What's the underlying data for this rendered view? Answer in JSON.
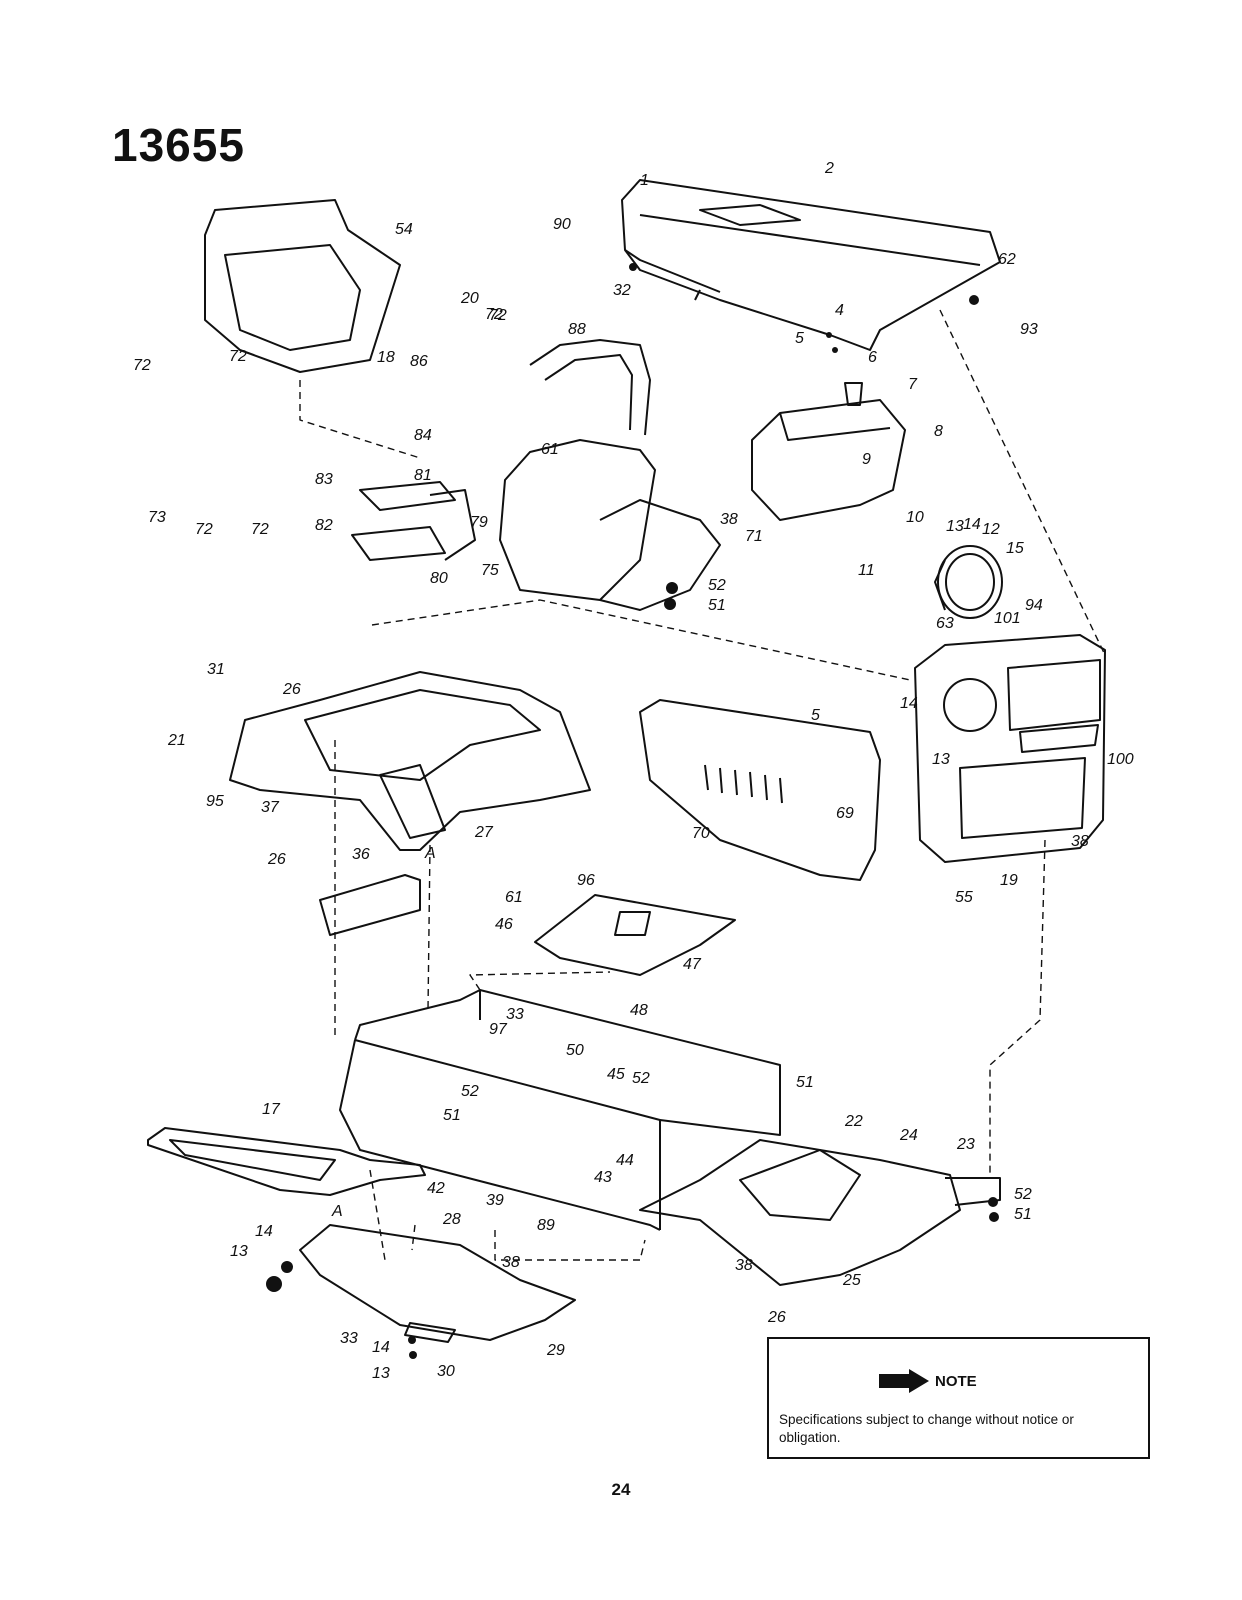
{
  "header": {
    "model_number": "13655"
  },
  "callouts": [
    "1",
    "2",
    "90",
    "32",
    "62",
    "93",
    "4",
    "5",
    "6",
    "54",
    "20",
    "72",
    "88",
    "18",
    "86",
    "72",
    "72",
    "72",
    "73",
    "72",
    "72",
    "84",
    "83",
    "81",
    "82",
    "80",
    "61",
    "79",
    "38",
    "71",
    "75",
    "52",
    "51",
    "7",
    "8",
    "9",
    "10",
    "11",
    "13",
    "14",
    "12",
    "15",
    "63",
    "101",
    "94",
    "31",
    "26",
    "21",
    "95",
    "37",
    "27",
    "36",
    "A",
    "26",
    "5",
    "14",
    "13",
    "69",
    "70",
    "100",
    "38",
    "55",
    "19",
    "96",
    "61",
    "46",
    "47",
    "48",
    "33",
    "97",
    "50",
    "52",
    "51",
    "45",
    "52",
    "51",
    "44",
    "43",
    "42",
    "39",
    "17",
    "22",
    "24",
    "23",
    "52",
    "51",
    "89",
    "28",
    "A",
    "14",
    "13",
    "38",
    "38",
    "26",
    "25",
    "33",
    "14",
    "13",
    "30",
    "29"
  ],
  "note": {
    "title": "NOTE",
    "text": "Specifications subject to change without notice or obligation."
  },
  "footer": {
    "page_number": "24"
  }
}
